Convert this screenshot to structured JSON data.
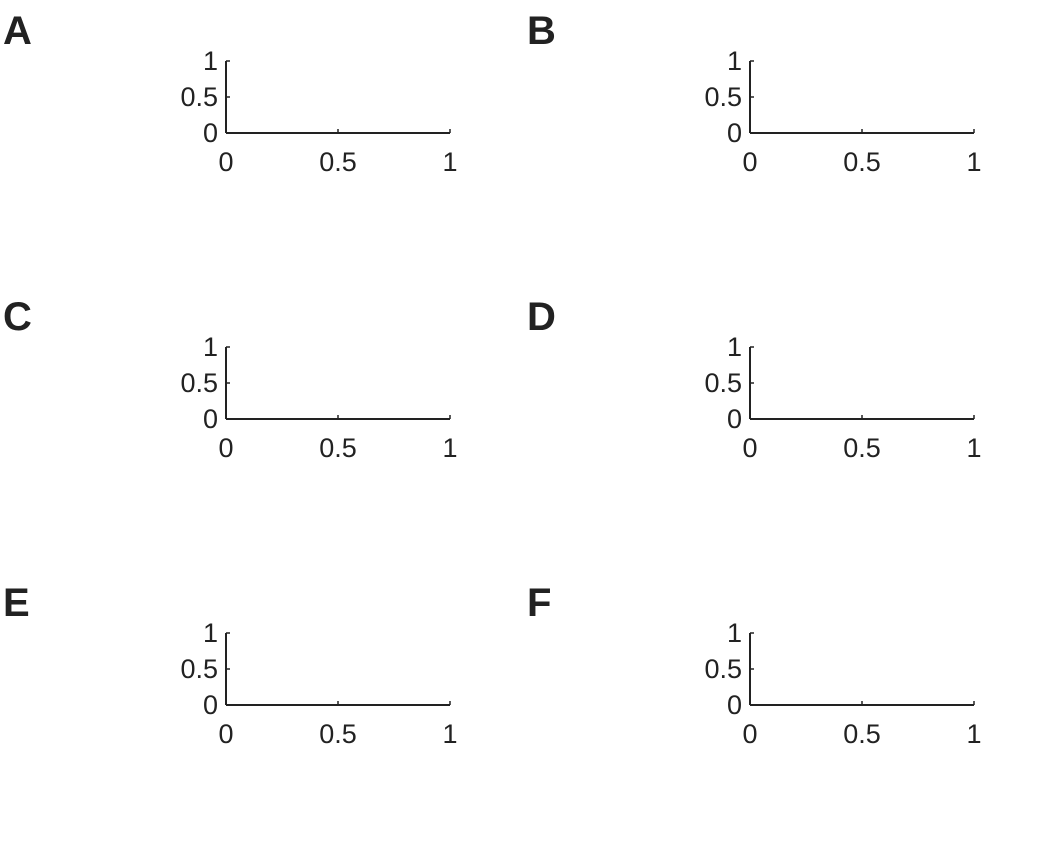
{
  "chart_data": [
    {
      "panel": "A",
      "type": "line",
      "series": [],
      "xlim": [
        0,
        1
      ],
      "ylim": [
        0,
        1
      ],
      "x_ticks": [
        "0",
        "0.5",
        "1"
      ],
      "y_ticks": [
        "0",
        "0.5",
        "1"
      ],
      "grid": false
    },
    {
      "panel": "B",
      "type": "line",
      "series": [],
      "xlim": [
        0,
        1
      ],
      "ylim": [
        0,
        1
      ],
      "x_ticks": [
        "0",
        "0.5",
        "1"
      ],
      "y_ticks": [
        "0",
        "0.5",
        "1"
      ],
      "grid": false
    },
    {
      "panel": "C",
      "type": "line",
      "series": [],
      "xlim": [
        0,
        1
      ],
      "ylim": [
        0,
        1
      ],
      "x_ticks": [
        "0",
        "0.5",
        "1"
      ],
      "y_ticks": [
        "0",
        "0.5",
        "1"
      ],
      "grid": false
    },
    {
      "panel": "D",
      "type": "line",
      "series": [],
      "xlim": [
        0,
        1
      ],
      "ylim": [
        0,
        1
      ],
      "x_ticks": [
        "0",
        "0.5",
        "1"
      ],
      "y_ticks": [
        "0",
        "0.5",
        "1"
      ],
      "grid": false
    },
    {
      "panel": "E",
      "type": "line",
      "series": [],
      "xlim": [
        0,
        1
      ],
      "ylim": [
        0,
        1
      ],
      "x_ticks": [
        "0",
        "0.5",
        "1"
      ],
      "y_ticks": [
        "0",
        "0.5",
        "1"
      ],
      "grid": false
    },
    {
      "panel": "F",
      "type": "line",
      "series": [],
      "xlim": [
        0,
        1
      ],
      "ylim": [
        0,
        1
      ],
      "x_ticks": [
        "0",
        "0.5",
        "1"
      ],
      "y_ticks": [
        "0",
        "0.5",
        "1"
      ],
      "grid": false
    }
  ]
}
